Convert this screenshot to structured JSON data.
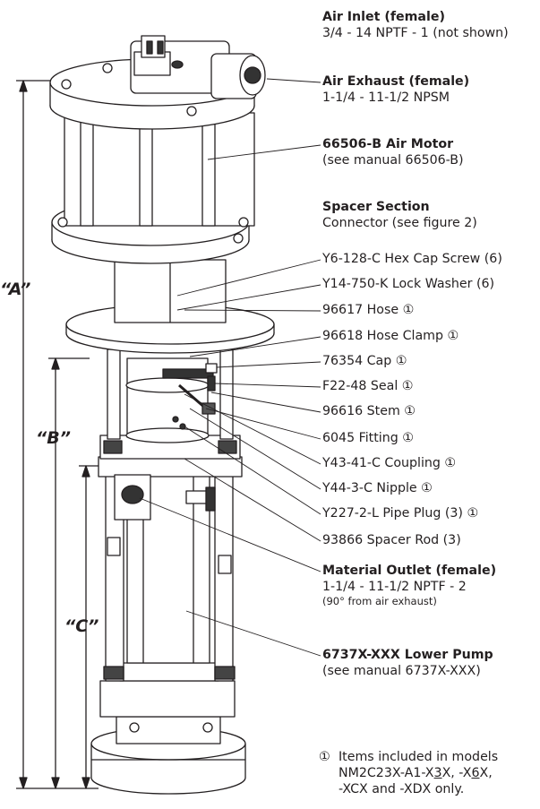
{
  "labels": {
    "air_inlet": {
      "title": "Air Inlet (female)",
      "spec": "3/4 - 14 NPTF - 1 (not shown)"
    },
    "air_exhaust": {
      "title": "Air Exhaust (female)",
      "spec": "1-1/4 - 11-1/2 NPSM"
    },
    "air_motor": {
      "title": "66506-B Air Motor",
      "spec": "(see manual 66506-B)"
    },
    "spacer": {
      "title": "Spacer Section",
      "spec": "Connector (see figure 2)"
    },
    "parts": [
      "Y6-128-C Hex Cap Screw (6)",
      "Y14-750-K Lock Washer (6)",
      "96617 Hose ①",
      "96618 Hose Clamp ①",
      "76354 Cap ①",
      "F22-48 Seal ①",
      "96616 Stem ①",
      "6045 Fitting ①",
      "Y43-41-C Coupling ①",
      "Y44-3-C Nipple ①",
      "Y227-2-L Pipe Plug (3) ①",
      "93866 Spacer Rod (3)"
    ],
    "material_outlet": {
      "title": "Material Outlet (female)",
      "spec": "1-1/4 - 11-1/2 NPTF - 2",
      "sub": "(90° from air exhaust)"
    },
    "lower_pump": {
      "title": "6737X-XXX Lower Pump",
      "spec": "(see manual 6737X-XXX)"
    }
  },
  "dimensions": {
    "a": "“A”",
    "b": "“B”",
    "c": "“C”"
  },
  "note": {
    "symbol": "①",
    "line1": "Items included in models",
    "line2_prefix": "NM2C23X-A1-X",
    "line2_u1": "3",
    "line2_mid": "X, -X",
    "line2_u2": "6",
    "line2_suffix": "X,",
    "line3": "-XCX and -XDX only."
  }
}
